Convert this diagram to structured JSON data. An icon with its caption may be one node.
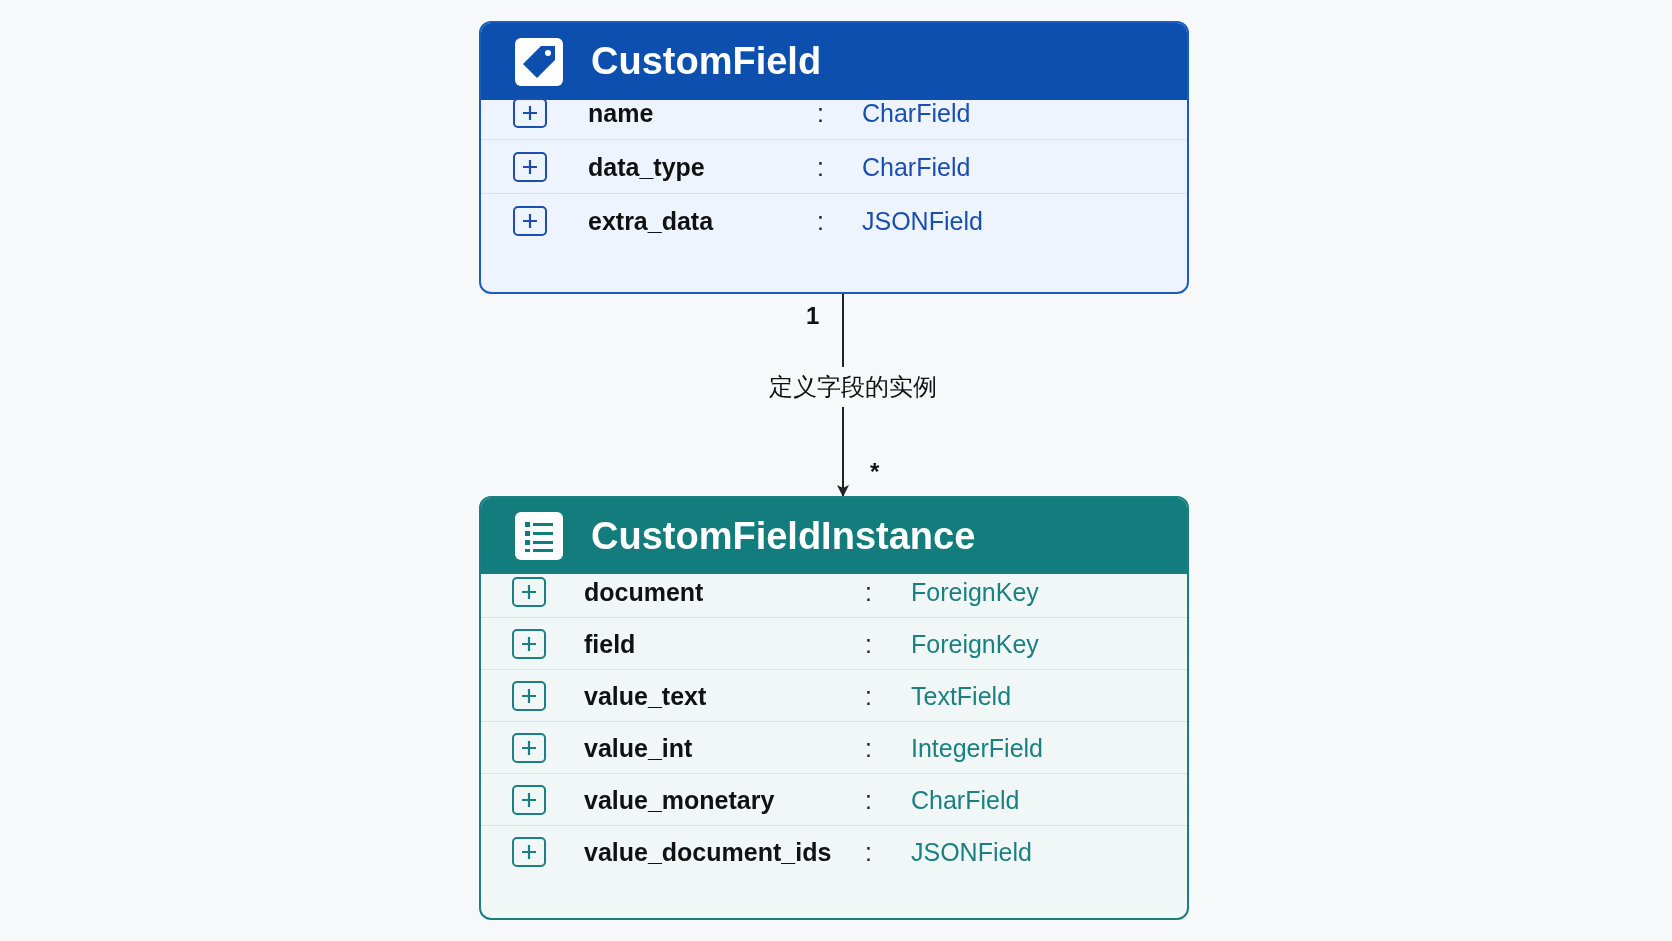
{
  "diagram": {
    "nodes": [
      {
        "text": [
          "CustomField",
          "name",
          ":",
          "CharField",
          "data_type",
          ":",
          "CharField",
          "extra_data",
          ":",
          "JSONField"
        ]
      },
      {
        "text": [
          "CustomFieldInstance",
          "document",
          ":",
          "ForeignKey",
          "field",
          ":",
          "ForeignKey",
          "value_text",
          ":",
          "TextField",
          "value_int",
          ":",
          "IntegerField",
          "value_monetary",
          ":",
          "CharField",
          "value_document_ids",
          ":",
          "JSONField"
        ]
      }
    ],
    "edges": [
      {
        "from": 0,
        "to": 1,
        "arrow": "to",
        "label": "定义字段的实例"
      }
    ],
    "labels": [
      "1",
      "*"
    ]
  }
}
